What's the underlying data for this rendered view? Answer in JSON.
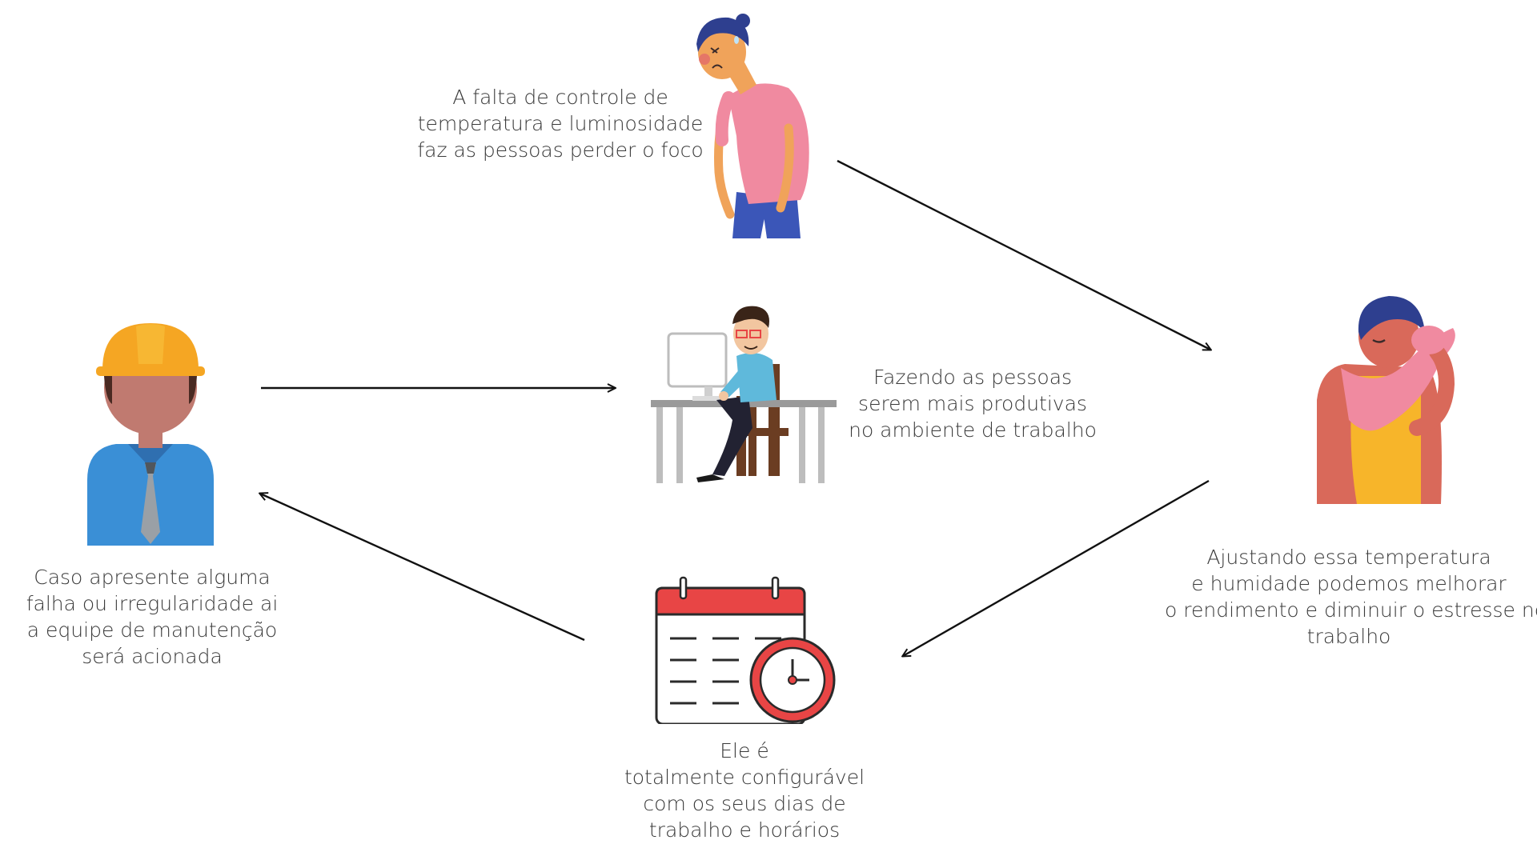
{
  "colors": {
    "background": "#ffffff",
    "text": "#3a3a3a",
    "arrow": "#111111",
    "helmet": "#f5a623",
    "shirt_blue": "#3a8fd6",
    "shirt_pink": "#f08aa0",
    "calendar_red": "#e84545",
    "cyan_shirt": "#5fb9db"
  },
  "nodes": {
    "stressed_person": {
      "icon": "tired-person-icon",
      "caption": [
        "A falta de controle de",
        "temperatura e luminosidade",
        "faz as pessoas perder o foco"
      ]
    },
    "productive_worker": {
      "icon": "office-worker-icon",
      "caption": [
        "Fazendo as pessoas",
        "serem mais produtivas",
        "no ambiente de trabalho"
      ]
    },
    "sweating_person": {
      "icon": "sweating-person-icon",
      "caption": [
        "Ajustando essa temperatura",
        "e humidade podemos melhorar",
        "o rendimento e diminuir o estresse no",
        "trabalho"
      ]
    },
    "calendar": {
      "icon": "calendar-clock-icon",
      "caption": [
        "Ele é",
        "totalmente configurável",
        "com os seus dias de",
        "trabalho e horários"
      ]
    },
    "maintenance": {
      "icon": "engineer-icon",
      "caption": [
        "Caso apresente alguma",
        "falha ou irregularidade ai",
        "a equipe de manutenção",
        "será acionada"
      ]
    }
  }
}
